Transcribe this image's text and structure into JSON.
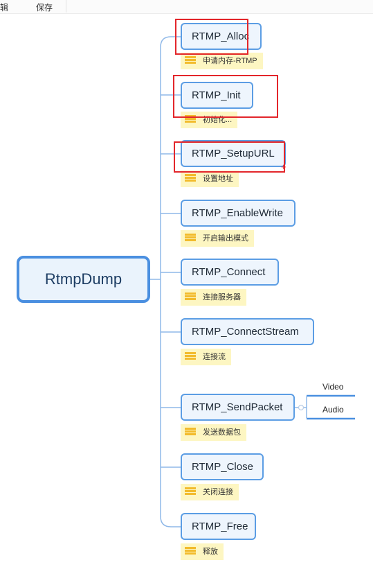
{
  "toolbar": {
    "menu_edit": "辑",
    "menu_save": "保存"
  },
  "root": {
    "label": "RtmpDump"
  },
  "nodes": [
    {
      "label": "RTMP_Alloc",
      "note": "申请内存-RTMP"
    },
    {
      "label": "RTMP_Init",
      "note": "初始化..."
    },
    {
      "label": "RTMP_SetupURL",
      "note": "设置地址"
    },
    {
      "label": "RTMP_EnableWrite",
      "note": "开启输出模式"
    },
    {
      "label": "RTMP_Connect",
      "note": "连接服务器"
    },
    {
      "label": "RTMP_ConnectStream",
      "note": "连接流"
    },
    {
      "label": "RTMP_SendPacket",
      "note": "发送数据包"
    },
    {
      "label": "RTMP_Close",
      "note": "关闭连接"
    },
    {
      "label": "RTMP_Free",
      "note": "释放"
    }
  ],
  "send_packet_children": [
    "Video",
    "Audio"
  ],
  "colors": {
    "node_border": "#5b9de4",
    "root_border": "#4a8fe0",
    "note_bg": "#fdf6c2",
    "note_icon": "#f2bb2c",
    "highlight": "#e3262b",
    "connector": "#8fb8e8"
  },
  "icons": {
    "note": "note-lines-icon"
  }
}
